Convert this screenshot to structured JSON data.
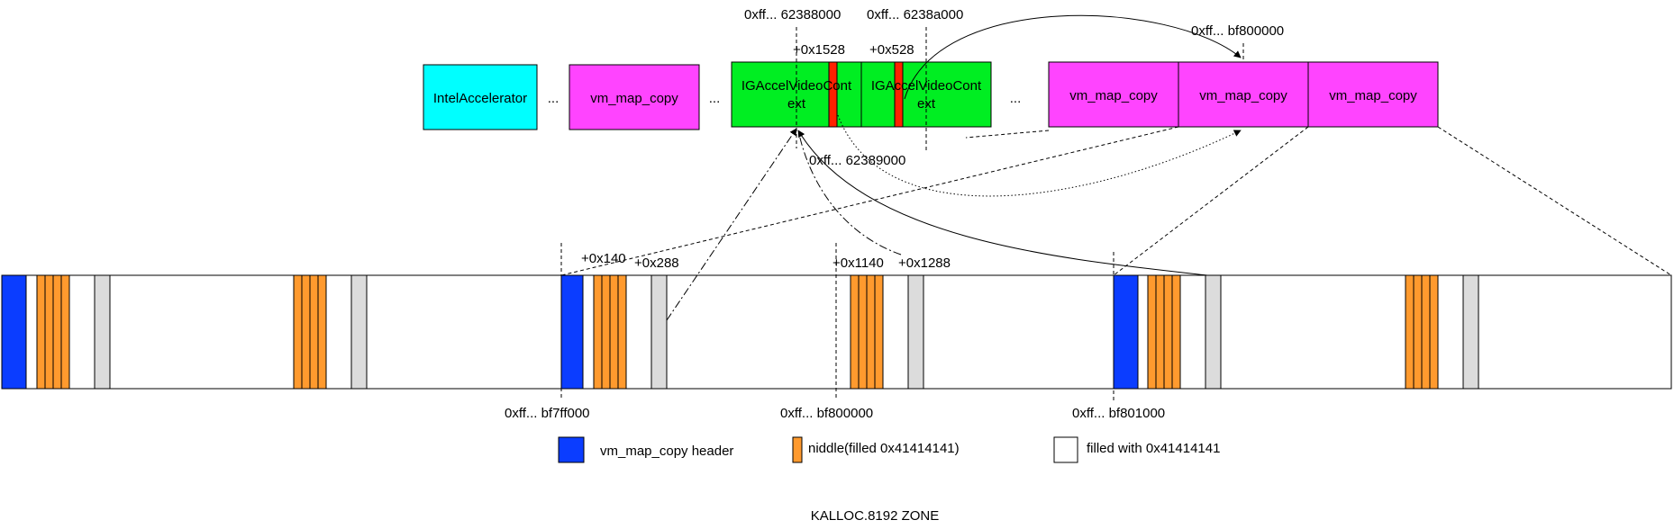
{
  "top_row": {
    "intel_accelerator": "IntelAccelerator",
    "ellipsis_1": "...",
    "vm_map_copy_left": "vm_map_copy",
    "ellipsis_2": "...",
    "igaccel_1_line1": "IGAccelVideoCont",
    "igaccel_1_line2": "ext",
    "igaccel_2_line1": "IGAccelVideoCont",
    "igaccel_2_line2": "ext",
    "ellipsis_3": "...",
    "vm_map_copy_right_1": "vm_map_copy",
    "vm_map_copy_right_2": "vm_map_copy",
    "vm_map_copy_right_3": "vm_map_copy"
  },
  "addresses": {
    "addr_62388000": "0xff... 62388000",
    "addr_6238a000": "0xff... 6238a000",
    "addr_bf800000_top": "0xff... bf800000",
    "addr_62389000": "0xff... 62389000",
    "addr_bf7ff000": "0xff... bf7ff000",
    "addr_bf800000": "0xff... bf800000",
    "addr_bf801000": "0xff... bf801000"
  },
  "offsets": {
    "off_1528": "+0x1528",
    "off_528": "+0x528",
    "off_140": "+0x140",
    "off_288": "+0x288",
    "off_1140": "+0x1140",
    "off_1288": "+0x1288"
  },
  "legend": {
    "header": "vm_map_copy header",
    "niddle": "niddle(filled 0x41414141)",
    "filled": "filled with 0x41414141"
  },
  "zone_title": "KALLOC.8192 ZONE",
  "colors": {
    "cyan": "#00ffff",
    "magenta": "#ff44ff",
    "green": "#00ee22",
    "red": "#ff2200",
    "blue": "#0b3dff",
    "orange": "#ff9a2e",
    "gray": "#dcdcdc"
  }
}
